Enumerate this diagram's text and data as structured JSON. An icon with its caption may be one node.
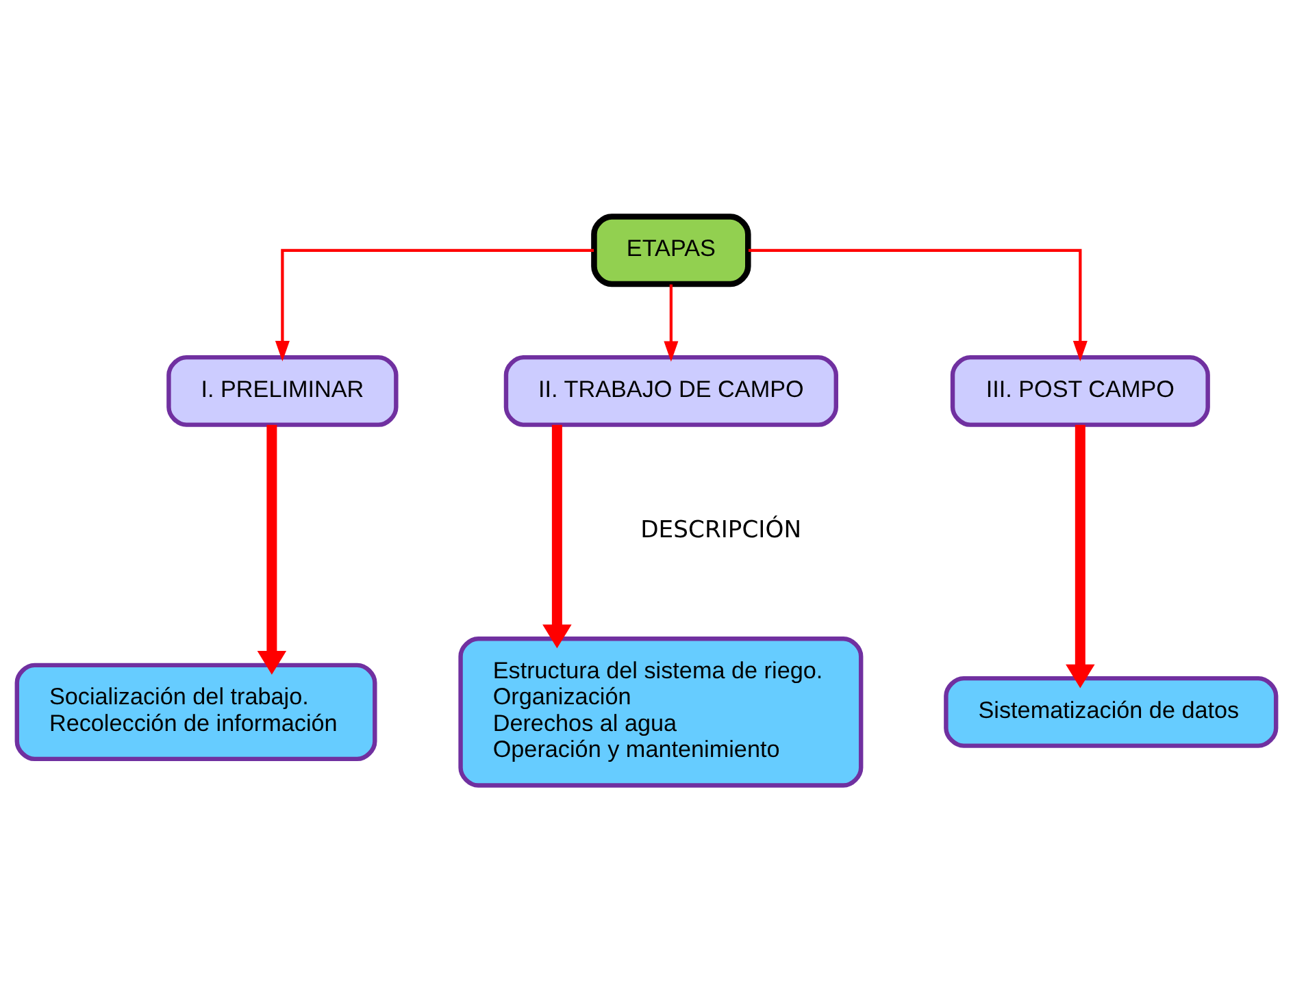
{
  "diagram": {
    "nodes": [
      {
        "text": [
          "ETAPAS"
        ]
      },
      {
        "text": [
          "I. PRELIMINAR"
        ]
      },
      {
        "text": [
          "II. TRABAJO DE CAMPO"
        ]
      },
      {
        "text": [
          "III. POST CAMPO"
        ]
      },
      {
        "text": [
          "Socialización del trabajo.",
          "Recolección de información"
        ]
      },
      {
        "text": [
          "Estructura del sistema de riego.",
          "Organización",
          "Derechos al agua",
          "Operación y mantenimiento"
        ]
      },
      {
        "text": [
          "Sistematización de datos"
        ]
      }
    ],
    "edges": [
      {
        "from": 0,
        "to": 1,
        "arrow": "to"
      },
      {
        "from": 0,
        "to": 2,
        "arrow": "to"
      },
      {
        "from": 0,
        "to": 3,
        "arrow": "to"
      },
      {
        "from": 1,
        "to": 4,
        "arrow": "to",
        "style": "thick"
      },
      {
        "from": 2,
        "to": 5,
        "arrow": "to",
        "style": "thick"
      },
      {
        "from": 3,
        "to": 6,
        "arrow": "to",
        "style": "thick"
      }
    ],
    "labels": [
      "DESCRIPCIÓN"
    ]
  }
}
